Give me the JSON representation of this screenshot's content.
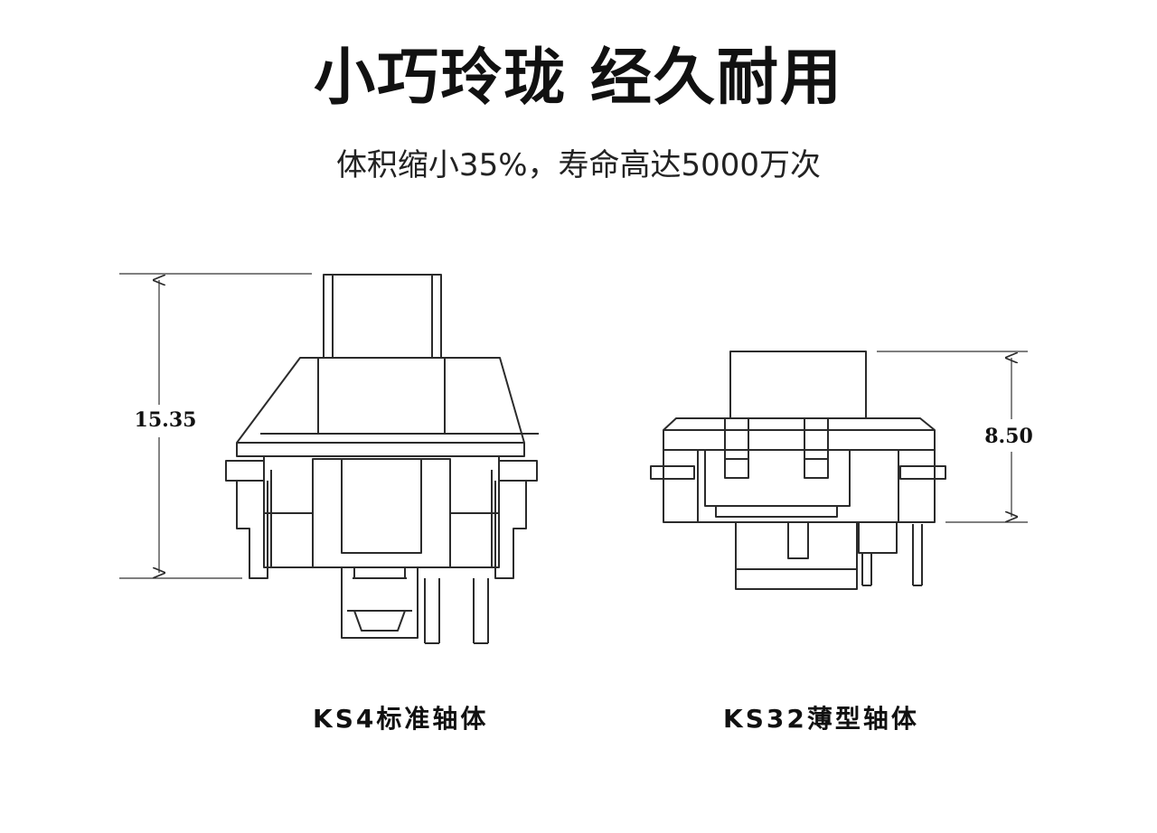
{
  "header": {
    "title": "小巧玲珑 经久耐用",
    "subtitle": "体积缩小35%，寿命高达5000万次"
  },
  "left_switch": {
    "caption": "KS4标准轴体",
    "dimension": "15.35"
  },
  "right_switch": {
    "caption": "KS32薄型轴体",
    "dimension": "8.50"
  },
  "colors": {
    "line": "#2b2b2b",
    "text": "#111111",
    "background": "#ffffff"
  }
}
